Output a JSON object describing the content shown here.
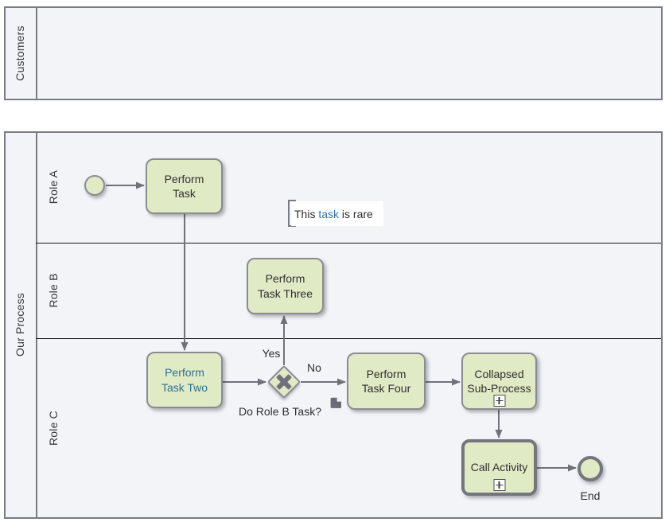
{
  "diagram": {
    "pool_customers": {
      "label": "Customers"
    },
    "pool_process": {
      "label": "Our Process",
      "lane_a": "Role A",
      "lane_b": "Role B",
      "lane_c": "Role C"
    },
    "shapes": {
      "task_one": "Perform\nTask",
      "task_two": "Perform\nTask Two",
      "task_three": "Perform\nTask Three",
      "task_four": "Perform\nTask Four",
      "subprocess": "Collapsed\nSub-Process",
      "call_activity": "Call Activity",
      "gateway_label": "Do Role B Task?",
      "end_label": "End"
    },
    "flow_labels": {
      "yes": "Yes",
      "no": "No"
    },
    "annotation": {
      "before": "This ",
      "link": "task",
      "after": " is rare"
    },
    "colors": {
      "shape_fill": "#e0eac4",
      "shape_stroke": "#8b8b94",
      "thick_stroke": "#75757f",
      "connector": "#71717b",
      "pool_fill": "#f3f4f8",
      "pool_stroke": "#7a7a85",
      "lane_divider": "#17171b",
      "annotation_link_blue": "#2e75b6",
      "task_link_blue": "#2c7298"
    }
  }
}
